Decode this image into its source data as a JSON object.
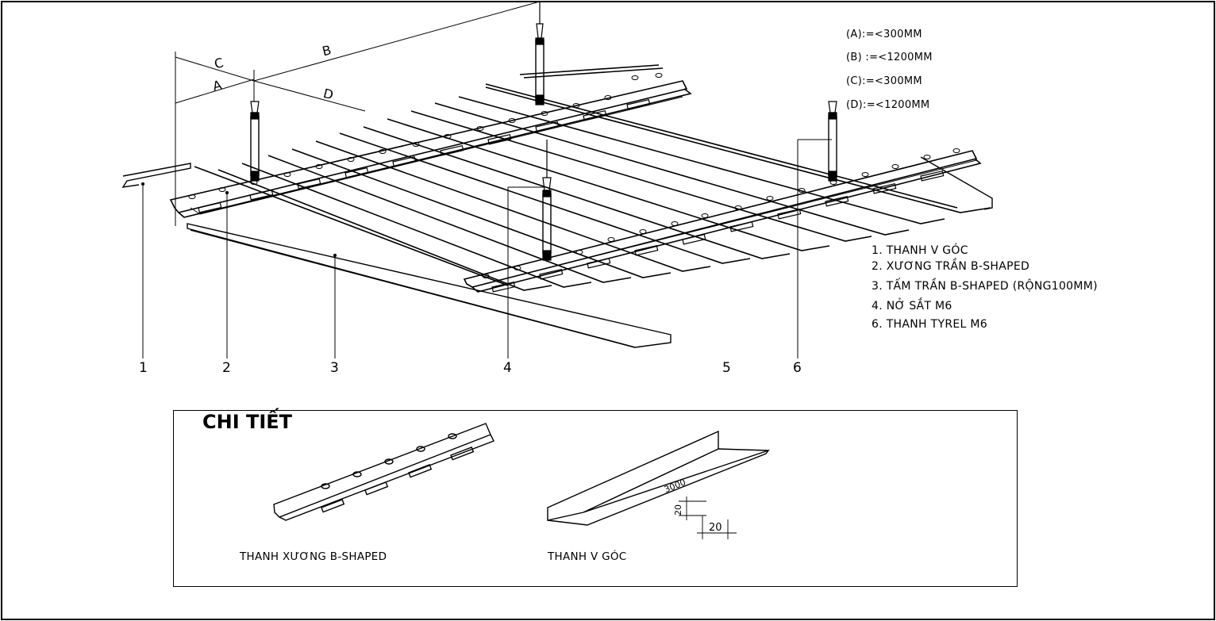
{
  "dimension_labels": {
    "a": "A",
    "b": "B",
    "c": "C",
    "d": "D"
  },
  "spacing_specs": [
    "(A):=<300MM",
    "(B) :=<1200MM",
    "(C):=<300MM",
    "(D):=<1200MM"
  ],
  "legend": [
    "1. THANH V GÓC",
    "2. XƯƠNG TRẦN B-SHAPED",
    "3. TẤM TRẦN B-SHAPED (RỘNG100MM)",
    "4. NỞ SẮT M6",
    "6. THANH TYREL M6"
  ],
  "callouts": [
    "1",
    "2",
    "3",
    "4",
    "5",
    "6"
  ],
  "detail": {
    "title": "CHI TIẾT",
    "carrier_caption": "THANH XƯƠNG B-SHAPED",
    "angle_caption": "THANH V GÓC",
    "length_dim": "3000",
    "leg_height_dim": "20",
    "leg_width_dim": "20"
  }
}
